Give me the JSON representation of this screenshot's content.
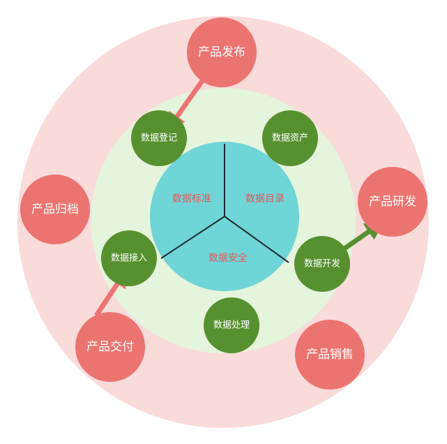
{
  "colors": {
    "outer_ring": "#f9dbda",
    "middle_ring": "#e5f4dc",
    "core": "#6fd5d7",
    "product_node": "#ec7470",
    "data_node": "#57912f",
    "core_text": "#e05b5b",
    "red_arrow": "#ec7470",
    "green_arrow": "#57912f"
  },
  "core": {
    "sectors": [
      "数据标准",
      "数据目录",
      "数据安全"
    ]
  },
  "data_nodes": [
    "数据登记",
    "数据资产",
    "数据接入",
    "数据开发",
    "数据处理"
  ],
  "product_nodes": [
    "产品发布",
    "产品归档",
    "产品研发",
    "产品交付",
    "产品销售"
  ],
  "arrows": [
    {
      "from": "产品发布",
      "to": "数据登记"
    },
    {
      "from": "产品交付",
      "to": "数据接入"
    },
    {
      "from": "数据开发",
      "to": "产品研发"
    }
  ]
}
